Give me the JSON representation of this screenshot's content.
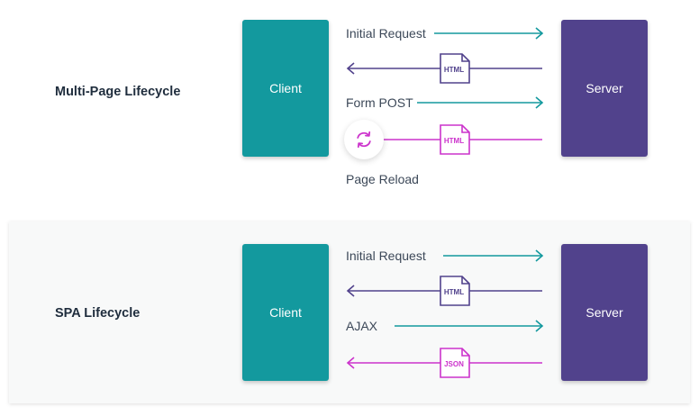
{
  "colors": {
    "client": "#13999e",
    "server": "#51428c",
    "request_arrow": "#13999e",
    "html_arrow": "#51428c",
    "reload_arrow": "#cc33cc",
    "json_arrow": "#cc33cc"
  },
  "multi_page": {
    "title": "Multi-Page Lifecycle",
    "client_label": "Client",
    "server_label": "Server",
    "initial_request": "Initial Request",
    "html_doc": "HTML",
    "form_post": "Form POST",
    "reload_doc": "HTML",
    "reload_icon": "refresh-icon",
    "page_reload": "Page Reload"
  },
  "spa": {
    "title": "SPA Lifecycle",
    "client_label": "Client",
    "server_label": "Server",
    "initial_request": "Initial Request",
    "html_doc": "HTML",
    "ajax": "AJAX",
    "json_doc": "JSON"
  }
}
